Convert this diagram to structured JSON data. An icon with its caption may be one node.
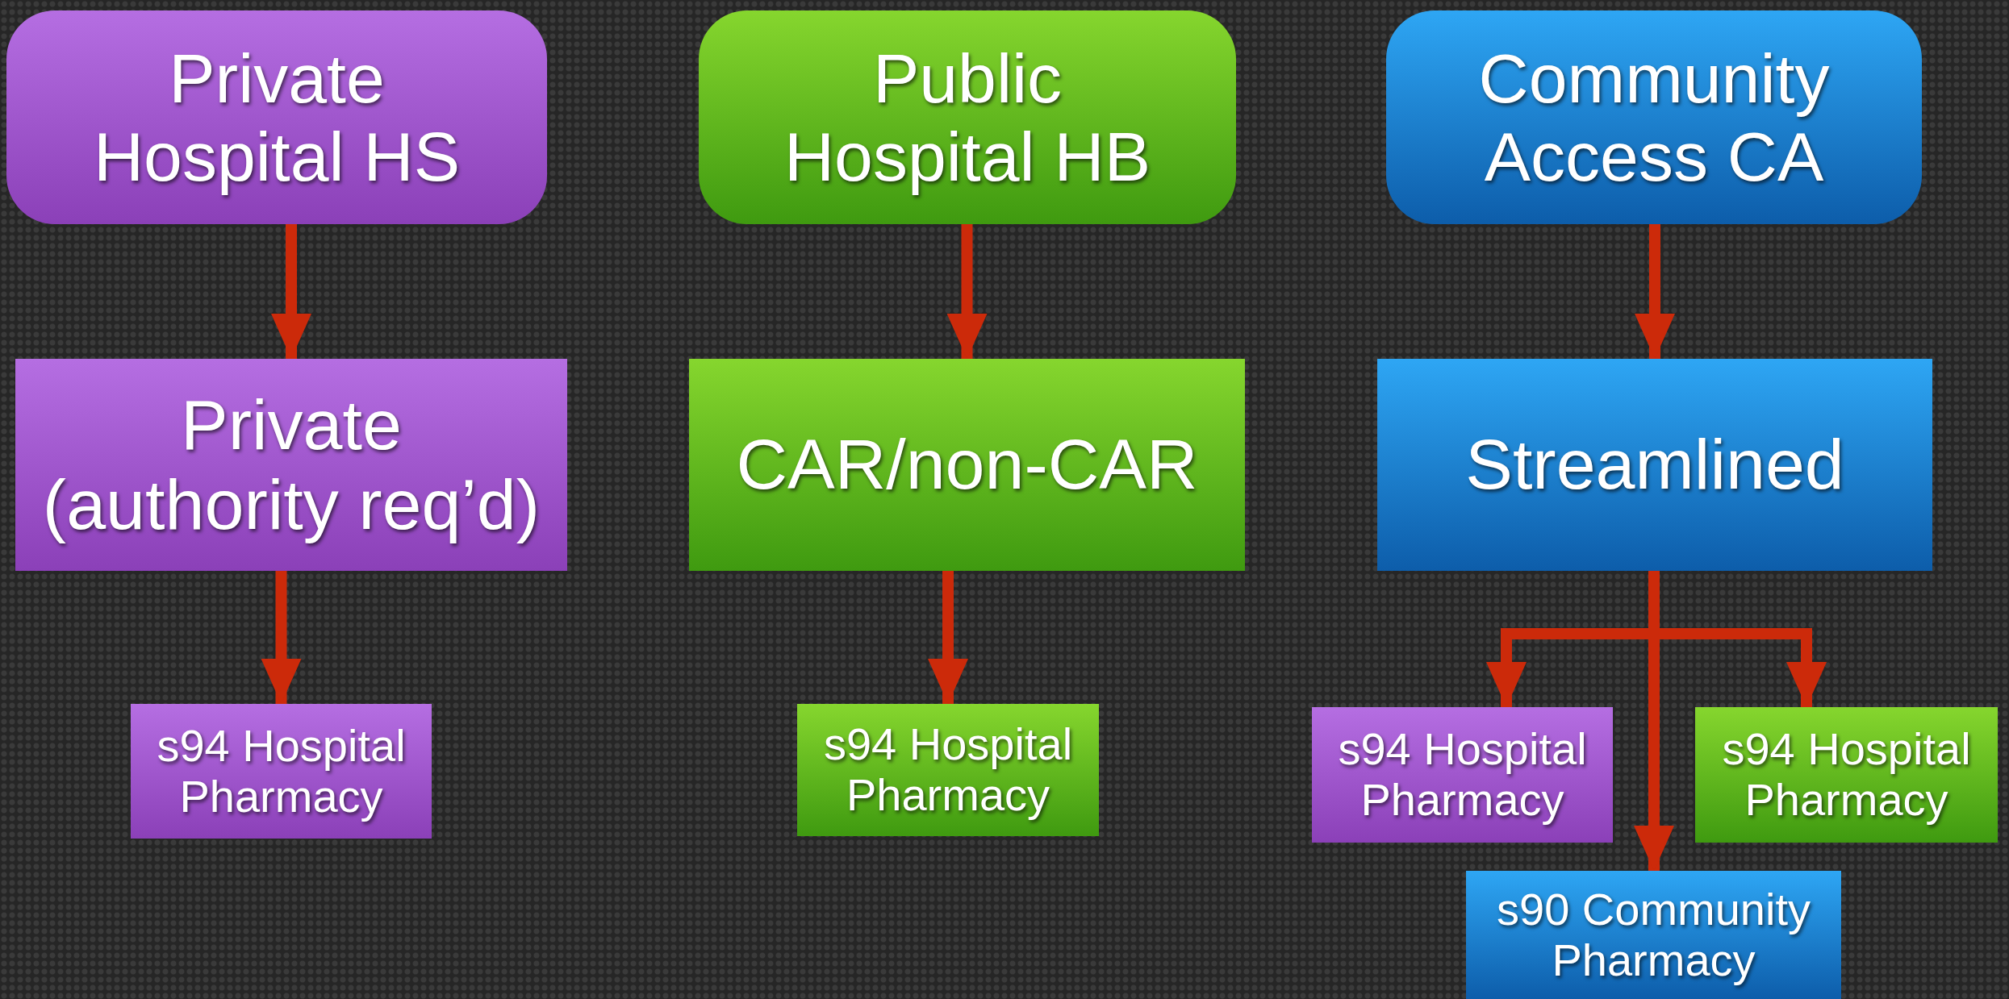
{
  "diagram": {
    "nodes": [
      {
        "text": [
          "Private Hospital HS"
        ]
      },
      {
        "text": [
          "Public Hospital HB"
        ]
      },
      {
        "text": [
          "Community Access CA"
        ]
      },
      {
        "text": [
          "Private (authority req’d)"
        ]
      },
      {
        "text": [
          "CAR/non-CAR"
        ]
      },
      {
        "text": [
          "Streamlined"
        ]
      },
      {
        "text": [
          "s94 Hospital Pharmacy"
        ]
      },
      {
        "text": [
          "s94 Hospital Pharmacy"
        ]
      },
      {
        "text": [
          "s94 Hospital Pharmacy"
        ]
      },
      {
        "text": [
          "s94 Hospital Pharmacy"
        ]
      },
      {
        "text": [
          "s90 Community Pharmacy"
        ]
      }
    ],
    "edges": [
      {
        "from": 0,
        "to": 3,
        "arrow": "to"
      },
      {
        "from": 1,
        "to": 4,
        "arrow": "to"
      },
      {
        "from": 2,
        "to": 5,
        "arrow": "to"
      },
      {
        "from": 3,
        "to": 6,
        "arrow": "to"
      },
      {
        "from": 4,
        "to": 7,
        "arrow": "to"
      },
      {
        "from": 5,
        "to": 8,
        "arrow": "to"
      },
      {
        "from": 5,
        "to": 9,
        "arrow": "to"
      },
      {
        "from": 5,
        "to": 10,
        "arrow": "to"
      }
    ]
  }
}
